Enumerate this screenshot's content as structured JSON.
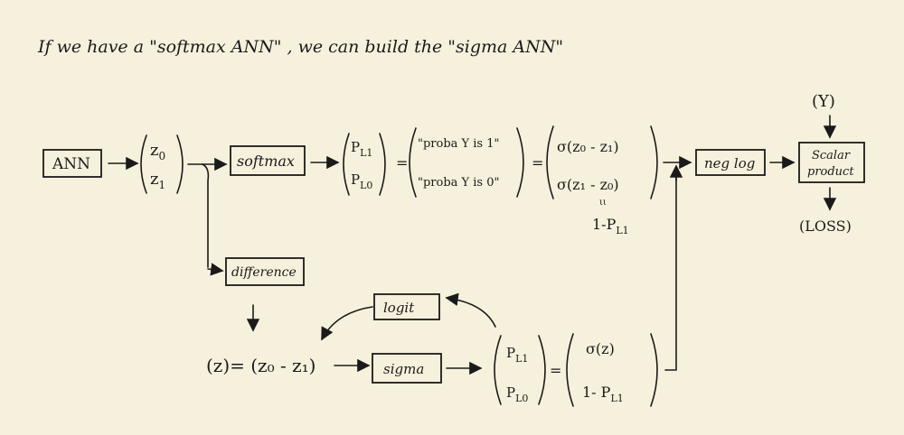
{
  "title": "If we have a \"softmax ANN\" , we can build the \"sigma ANN\"",
  "nodes": {
    "ann": "ANN",
    "z0": "z",
    "z0_sub": "0",
    "z1": "z",
    "z1_sub": "1",
    "softmax": "softmax",
    "pl1": "P",
    "pl1_sub": "L1",
    "pl0": "P",
    "pl0_sub": "L0",
    "prob1": "\"proba Y is 1\"",
    "prob0": "\"proba Y is 0\"",
    "sig_top": "σ(z₀ - z₁)",
    "sig_bot": "σ(z₁ - z₀)",
    "approx": "ιι",
    "one_minus": "1-P",
    "one_minus_sub": "L1",
    "neglog": "neg log",
    "y": "(Y)",
    "scalar": "Scalar",
    "product": "product",
    "loss": "(LOSS)",
    "difference": "difference",
    "logit": "logit",
    "z_eq": "(z)= (z₀ - z₁)",
    "sigma": "sigma",
    "b_pl1": "P",
    "b_pl1_sub": "L1",
    "b_pl0": "P",
    "b_pl0_sub": "L0",
    "b_sig": "σ(z)",
    "b_one": "1- P",
    "b_one_sub": "L1",
    "eq": "="
  }
}
